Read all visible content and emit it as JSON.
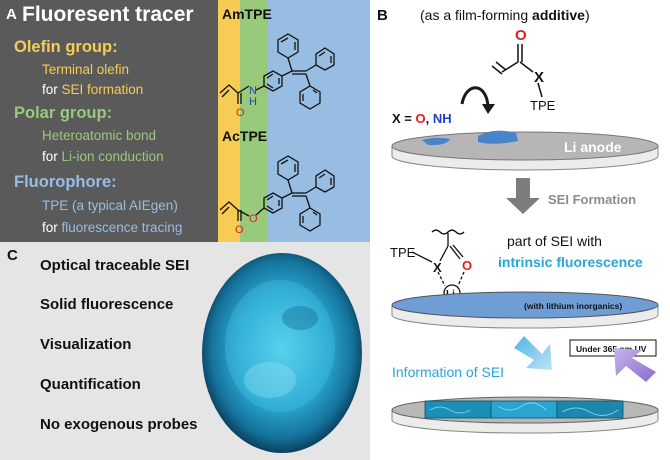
{
  "colors": {
    "olefin": "#f7cc54",
    "polar": "#99c97a",
    "fluorophore": "#98bde3",
    "oxygen": "#e02020",
    "nitrogen": "#2040c8",
    "accent_blue": "#2aa5d8",
    "panel_dark": "#5a5a5a"
  },
  "panel_a": {
    "letter": "A",
    "title": "Fluoresent tracer",
    "olefin": {
      "heading": "Olefin group:",
      "line1": "Terminal olefin",
      "line2_prefix": "for ",
      "line2_highlight": "SEI formation"
    },
    "polar": {
      "heading": "Polar group:",
      "line1": "Heteroatomic bond",
      "line2_prefix": "for ",
      "line2_highlight": "Li-ion conduction"
    },
    "fluorophore": {
      "heading": "Fluorophore:",
      "line1": "TPE (a typical AIEgen)",
      "line2_prefix": "for ",
      "line2_highlight": "fluorescence tracing"
    },
    "molecule1": {
      "name": "AmTPE",
      "atom_n": "N",
      "atom_h": "H",
      "atom_o": "O"
    },
    "molecule2": {
      "name": "AcTPE",
      "atom_o1": "O",
      "atom_o2": "O"
    }
  },
  "panel_b": {
    "letter": "B",
    "header_prefix": "(as a film-forming ",
    "header_bold": "additive",
    "header_suffix": ")",
    "atom_o": "O",
    "atom_x": "X",
    "tpe": "TPE",
    "x_eq_prefix": "X = ",
    "x_eq_o": "O",
    "x_eq_sep": ", ",
    "x_eq_nh": "NH",
    "anode": "Li anode",
    "step": "SEI Formation",
    "sei_tpe": "TPE",
    "sei_x": "X",
    "sei_o": "O",
    "sei_li": "Li",
    "sei_line1": "part of SEI with",
    "sei_line2": "intrinsic fluorescence",
    "inorganics": "(with lithium inorganics)",
    "uv_label": "Under 365 nm UV",
    "info": "Information of SEI"
  },
  "panel_c": {
    "letter": "C",
    "properties": [
      "Optical traceable SEI",
      "Solid fluorescence",
      "Visualization",
      "Quantification",
      "No exogenous probes"
    ]
  }
}
